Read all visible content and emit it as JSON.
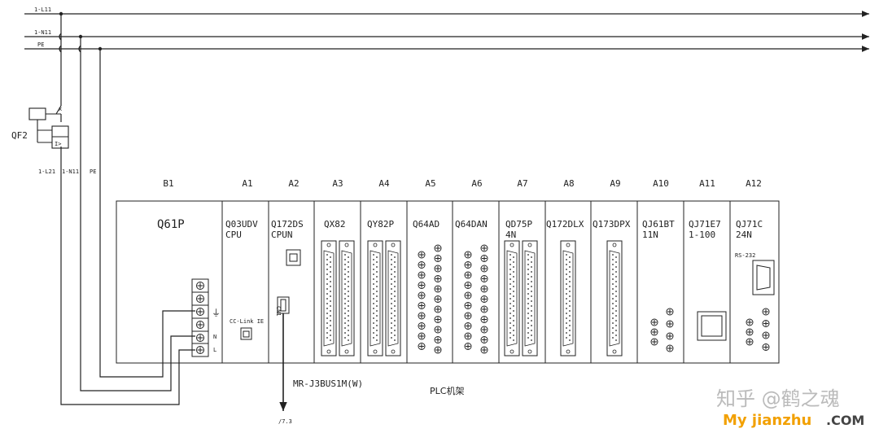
{
  "wires": {
    "bus": [
      "1-L11",
      "1-N11",
      "PE"
    ],
    "drops": [
      "1-L21",
      "1-N11",
      "PE"
    ],
    "breaker": "QF2",
    "breaker_mark_x": "x",
    "breaker_mark_i": "I>"
  },
  "slots": [
    {
      "pos": "B1",
      "module": [
        "Q61P"
      ]
    },
    {
      "pos": "A1",
      "module": [
        "Q03UDV",
        "CPU"
      ]
    },
    {
      "pos": "A2",
      "module": [
        "Q172DS",
        "CPUN"
      ]
    },
    {
      "pos": "A3",
      "module": [
        "QX82"
      ]
    },
    {
      "pos": "A4",
      "module": [
        "QY82P"
      ]
    },
    {
      "pos": "A5",
      "module": [
        "Q64AD"
      ]
    },
    {
      "pos": "A6",
      "module": [
        "Q64DAN"
      ]
    },
    {
      "pos": "A7",
      "module": [
        "QD75P",
        "4N"
      ]
    },
    {
      "pos": "A8",
      "module": [
        "Q172DLX"
      ]
    },
    {
      "pos": "A9",
      "module": [
        "Q173DPX"
      ]
    },
    {
      "pos": "A10",
      "module": [
        "QJ61BT",
        "11N"
      ]
    },
    {
      "pos": "A11",
      "module": [
        "QJ71E7",
        "1-100"
      ]
    },
    {
      "pos": "A12",
      "module": [
        "QJ71C",
        "24N"
      ]
    }
  ],
  "labels": {
    "power_terminals": [
      "⏚",
      "N",
      "L"
    ],
    "cc_link": "CC-Link IE",
    "cn1": "CN1",
    "cable": "MR-J3BUS1M(W)",
    "cable_ref": "/7.3",
    "rack": "PLC机架",
    "rs232": "RS-232"
  },
  "watermark": {
    "line1": "知乎 @鹤之魂",
    "line2": "My jianzhu",
    "line2_suffix": ".COM"
  }
}
